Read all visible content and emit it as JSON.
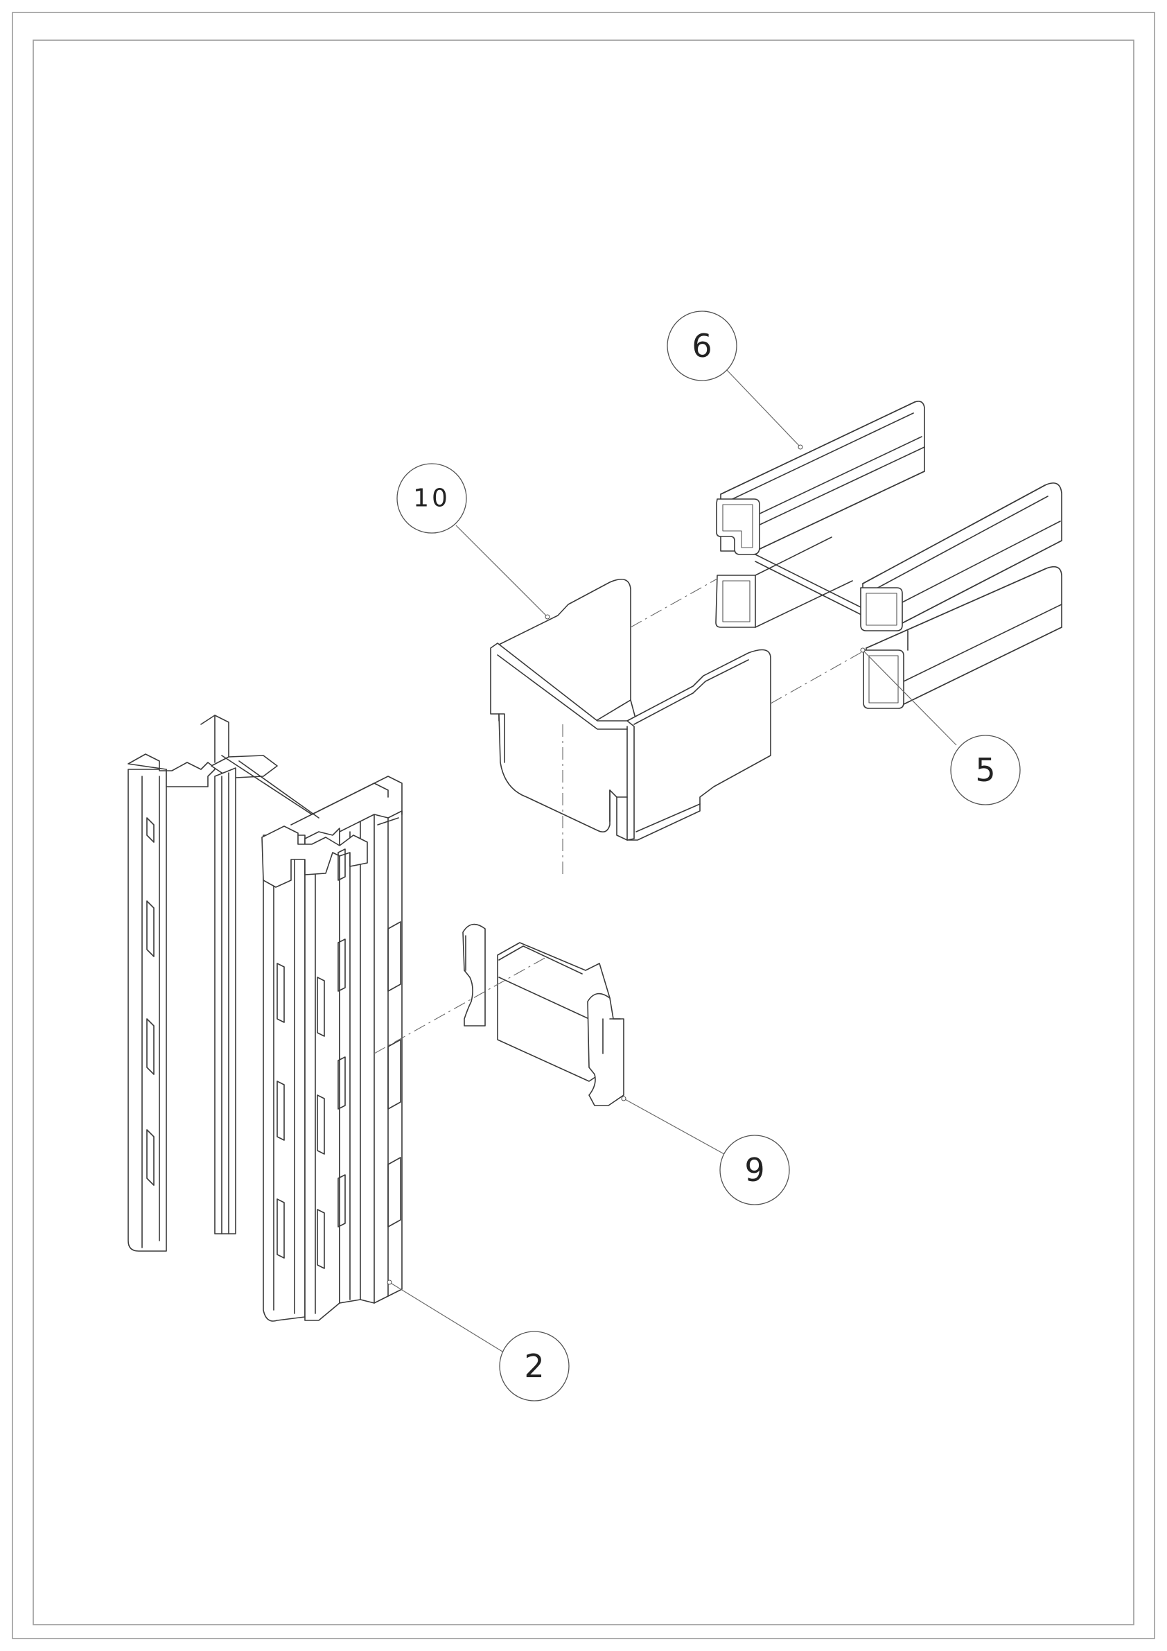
{
  "callouts": [
    {
      "id": "part-6",
      "label": "6"
    },
    {
      "id": "part-10",
      "label": "10"
    },
    {
      "id": "part-5",
      "label": "5"
    },
    {
      "id": "part-9",
      "label": "9"
    },
    {
      "id": "part-2",
      "label": "2"
    }
  ],
  "colors": {
    "line": "#3a3a3a",
    "frame": "#9a9a9a",
    "background": "#ffffff"
  }
}
